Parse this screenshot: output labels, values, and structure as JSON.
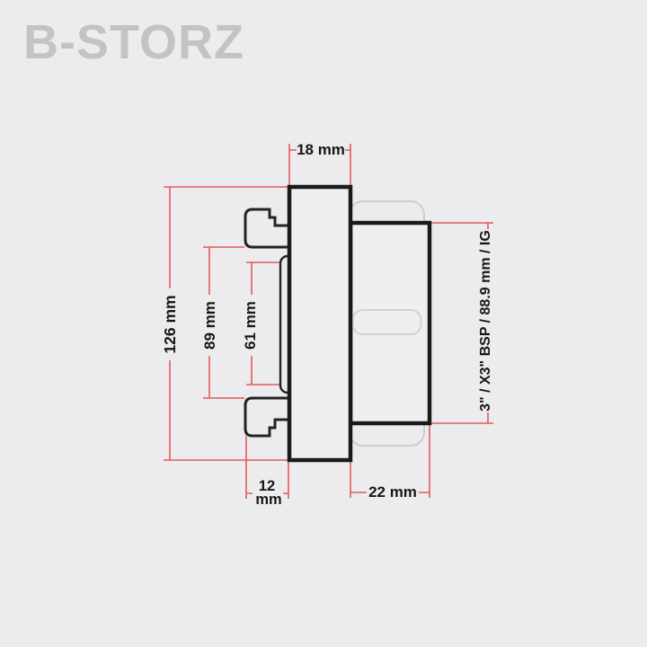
{
  "logo": "B-STORZ",
  "dimensions": {
    "flange_thickness": "18 mm",
    "coupling_diameter": "126 mm",
    "lug_span": "89 mm",
    "seal_span": "61 mm",
    "lug_depth_line1": "12",
    "lug_depth_line2": "mm",
    "thread_length": "22 mm",
    "thread_spec": "3\" / X3\" BSP / 88.9 mm / IG"
  },
  "colors": {
    "background": "#ececee",
    "dimension_line": "#e15b5b",
    "drawing_outline": "#1a1a1a",
    "silhouette_gray": "#cdcdd1",
    "logo_gray": "#c3c3c5",
    "label_text": "#171717"
  }
}
